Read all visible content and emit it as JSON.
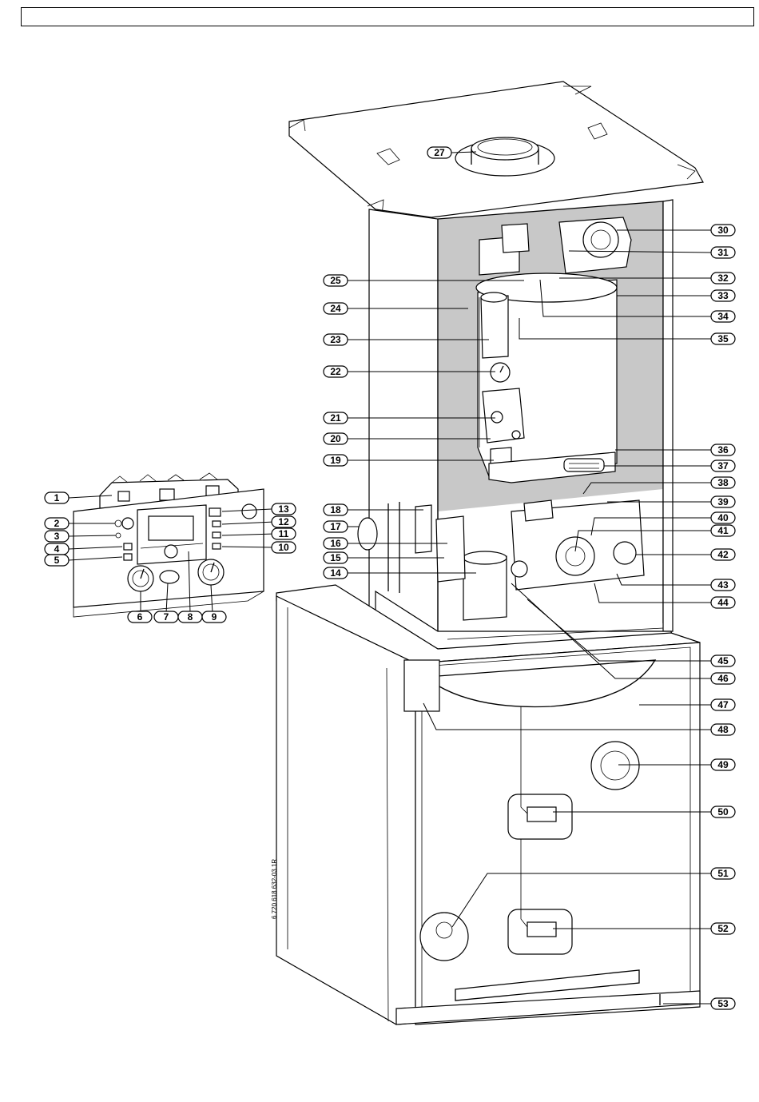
{
  "drawing_code": "6 720 618 632-03.1R",
  "callouts": [
    "1",
    "2",
    "3",
    "4",
    "5",
    "6",
    "7",
    "8",
    "9",
    "10",
    "11",
    "12",
    "13",
    "14",
    "15",
    "16",
    "17",
    "18",
    "19",
    "20",
    "21",
    "22",
    "23",
    "24",
    "25",
    "27",
    "30",
    "31",
    "32",
    "33",
    "34",
    "35",
    "36",
    "37",
    "38",
    "39",
    "40",
    "41",
    "42",
    "43",
    "44",
    "45",
    "46",
    "47",
    "48",
    "49",
    "50",
    "51",
    "52",
    "53"
  ]
}
